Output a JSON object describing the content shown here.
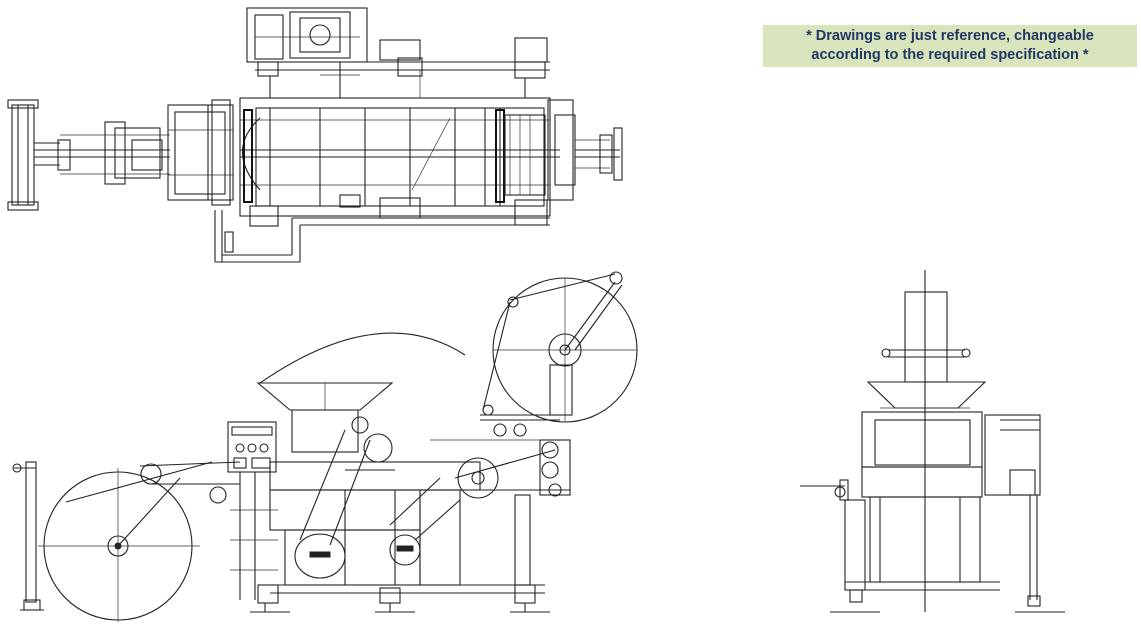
{
  "note": {
    "line1": "* Drawings are just reference, changeable",
    "line2": "according to the required specification *"
  },
  "colors": {
    "note_background": "#d8e4bc",
    "note_text": "#1f3864",
    "drawing_line": "#222222"
  },
  "views": [
    "top-view",
    "front-view",
    "side-view"
  ]
}
